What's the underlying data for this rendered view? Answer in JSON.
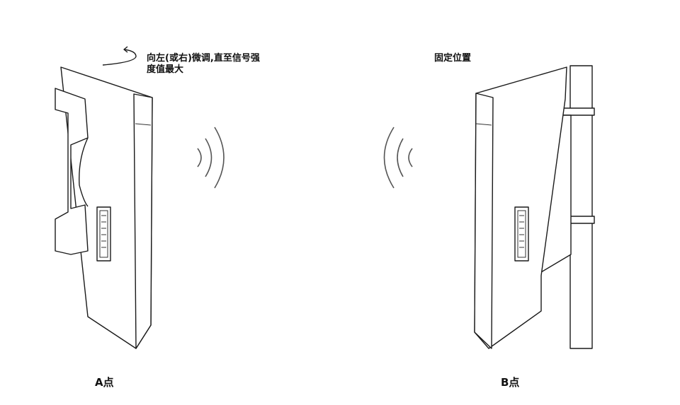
{
  "annotations": {
    "adjust_line1": "向左(或右)微调,直至信号强",
    "adjust_line2": "度值最大",
    "fixed": "固定位置"
  },
  "labels": {
    "point_a": "A点",
    "point_b": "B点"
  },
  "icons": {
    "rotate": "rotate-arrow-icon",
    "signal_out": "signal-wave-icon",
    "signal_in": "signal-wave-icon"
  },
  "colors": {
    "line": "#1a1a1a",
    "wave": "#555555",
    "background": "#ffffff"
  }
}
